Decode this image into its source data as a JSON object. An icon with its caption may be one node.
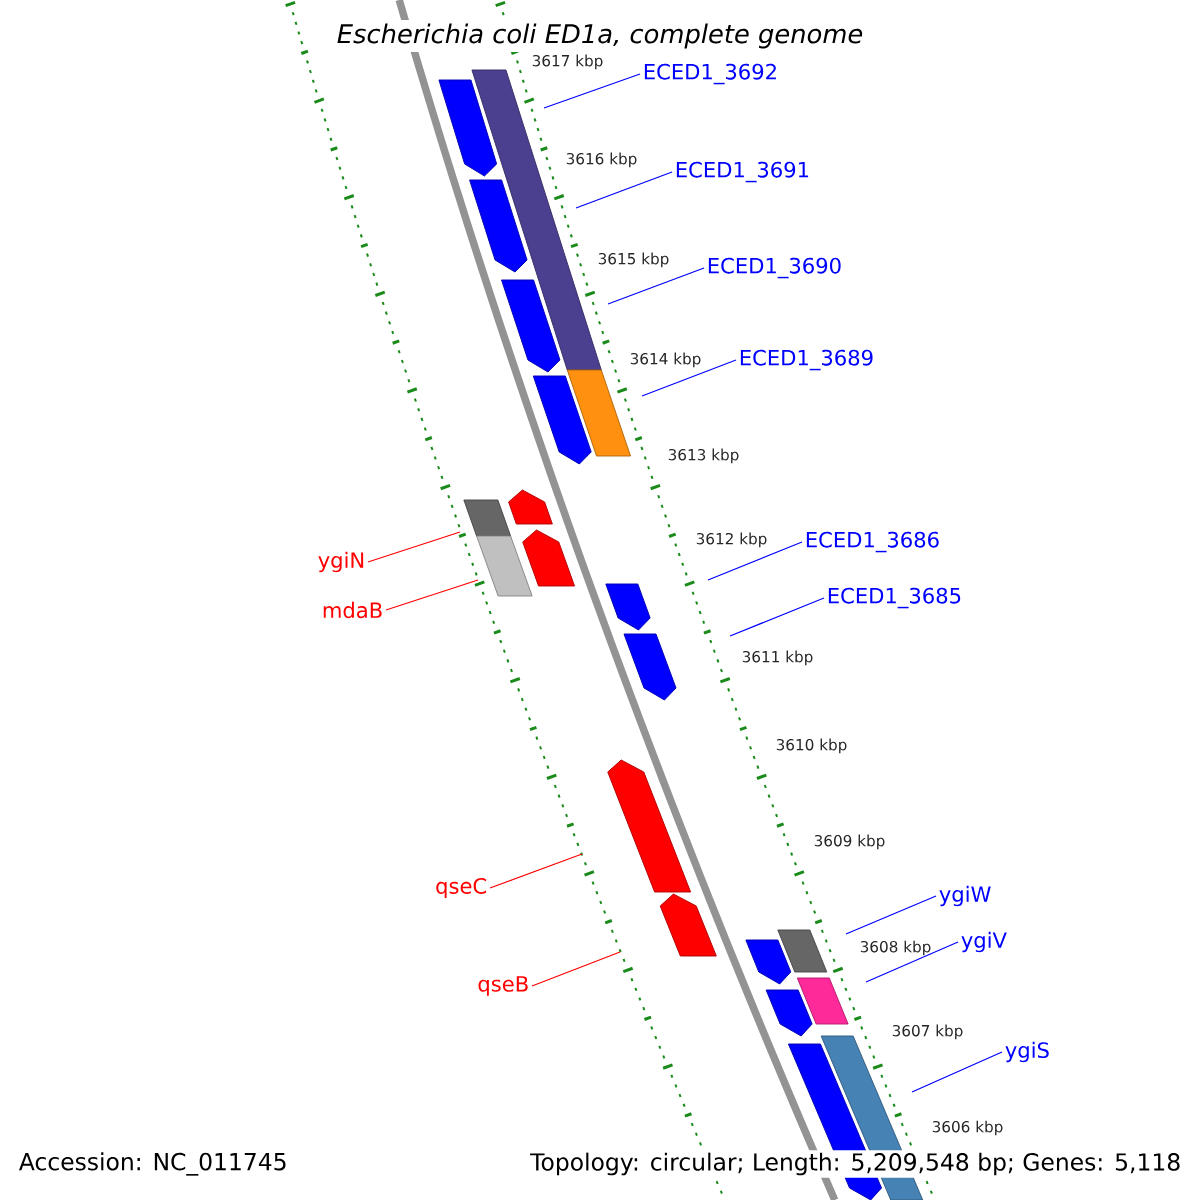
{
  "diagram": {
    "title": "Escherichia coli ED1a, complete genome",
    "nodes": [
      {
        "text": [
          "ECED1_3692"
        ]
      },
      {
        "text": [
          "ECED1_3691"
        ]
      },
      {
        "text": [
          "ECED1_3690"
        ]
      },
      {
        "text": [
          "ECED1_3689"
        ]
      },
      {
        "text": [
          "ygiN"
        ]
      },
      {
        "text": [
          "mdaB"
        ]
      },
      {
        "text": [
          "ECED1_3686"
        ]
      },
      {
        "text": [
          "ECED1_3685"
        ]
      },
      {
        "text": [
          "qseC"
        ]
      },
      {
        "text": [
          "qseB"
        ]
      },
      {
        "text": [
          "ygiW"
        ]
      },
      {
        "text": [
          "ygiV"
        ]
      },
      {
        "text": [
          "ygiS"
        ]
      }
    ],
    "edges": [
      {
        "from": 0,
        "to": null,
        "arrow": "none"
      },
      {
        "from": 1,
        "to": null,
        "arrow": "none"
      },
      {
        "from": 2,
        "to": null,
        "arrow": "none"
      },
      {
        "from": 3,
        "to": null,
        "arrow": "none"
      },
      {
        "from": 4,
        "to": null,
        "arrow": "none",
        "color": "#ff0000"
      },
      {
        "from": 5,
        "to": null,
        "arrow": "none",
        "color": "#ff0000"
      },
      {
        "from": 6,
        "to": null,
        "arrow": "none"
      },
      {
        "from": 7,
        "to": null,
        "arrow": "none"
      },
      {
        "from": 8,
        "to": null,
        "arrow": "none",
        "color": "#ff0000"
      },
      {
        "from": 9,
        "to": null,
        "arrow": "none",
        "color": "#ff0000"
      },
      {
        "from": 10,
        "to": null,
        "arrow": "none"
      },
      {
        "from": 11,
        "to": null,
        "arrow": "none"
      },
      {
        "from": 12,
        "to": null,
        "arrow": "none"
      }
    ],
    "labels": [
      "3617 kbp",
      "3616 kbp",
      "3615 kbp",
      "3614 kbp",
      "3613 kbp",
      "3612 kbp",
      "3611 kbp",
      "3610 kbp",
      "3609 kbp",
      "3608 kbp",
      "3607 kbp",
      "3606 kbp",
      "Accession: NC_011745",
      "Topology: circular; Length: 5,209,548 bp; Genes: 5,118"
    ]
  }
}
